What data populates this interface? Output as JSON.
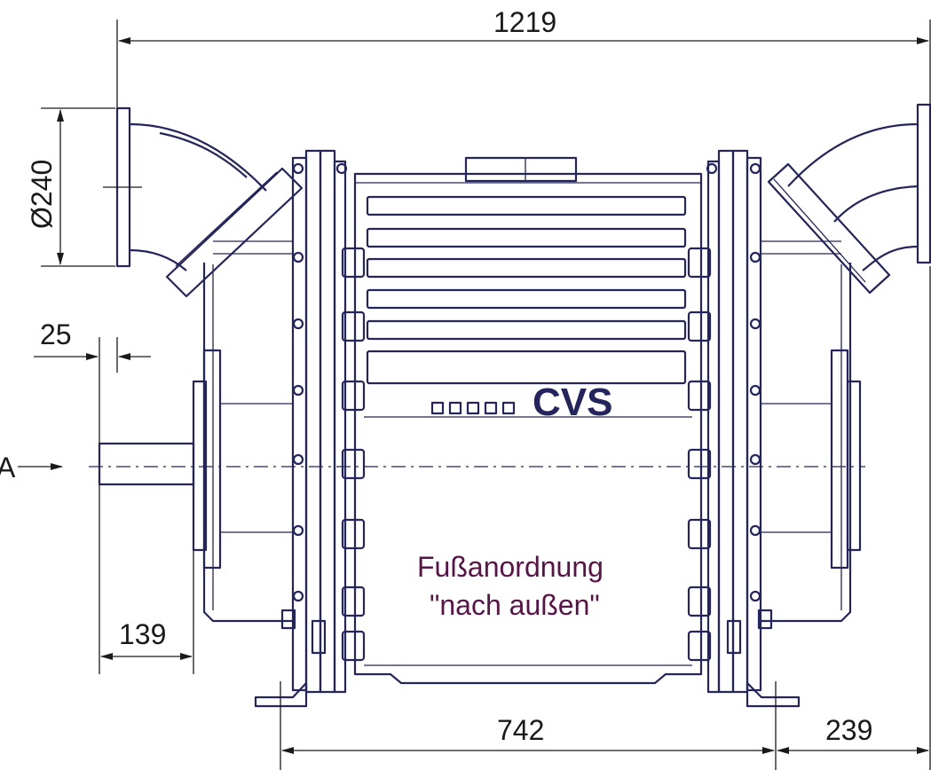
{
  "dimensions": {
    "overall_width": "1219",
    "flange_diameter": "Ø240",
    "offset_small": "25",
    "shaft_offset": "139",
    "foot_spacing": "742",
    "foot_offset_right": "239"
  },
  "view_label": "A",
  "brand": {
    "name": "CVS",
    "squares": 5
  },
  "note": {
    "line1": "Fußanordnung",
    "line2": "\"nach außen\""
  },
  "colors": {
    "line": "#24245e",
    "dimension": "#1a1a1a",
    "note": "#5a1348"
  }
}
